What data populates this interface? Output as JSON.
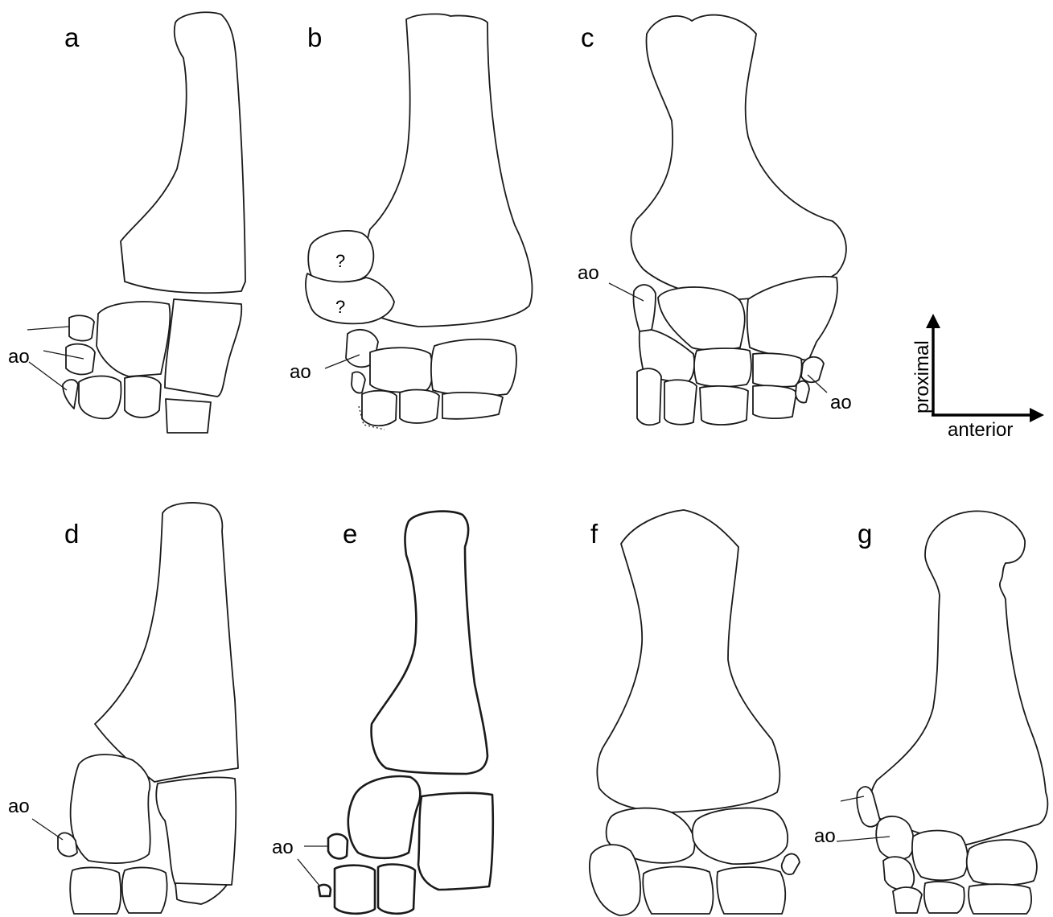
{
  "panels": [
    {
      "letter": "a"
    },
    {
      "letter": "b"
    },
    {
      "letter": "c"
    },
    {
      "letter": "d"
    },
    {
      "letter": "e"
    },
    {
      "letter": "f"
    },
    {
      "letter": "g"
    }
  ],
  "labels": {
    "ao": "ao",
    "unknown": "?"
  },
  "orientation": {
    "vertical": "proximal",
    "horizontal": "anterior"
  }
}
